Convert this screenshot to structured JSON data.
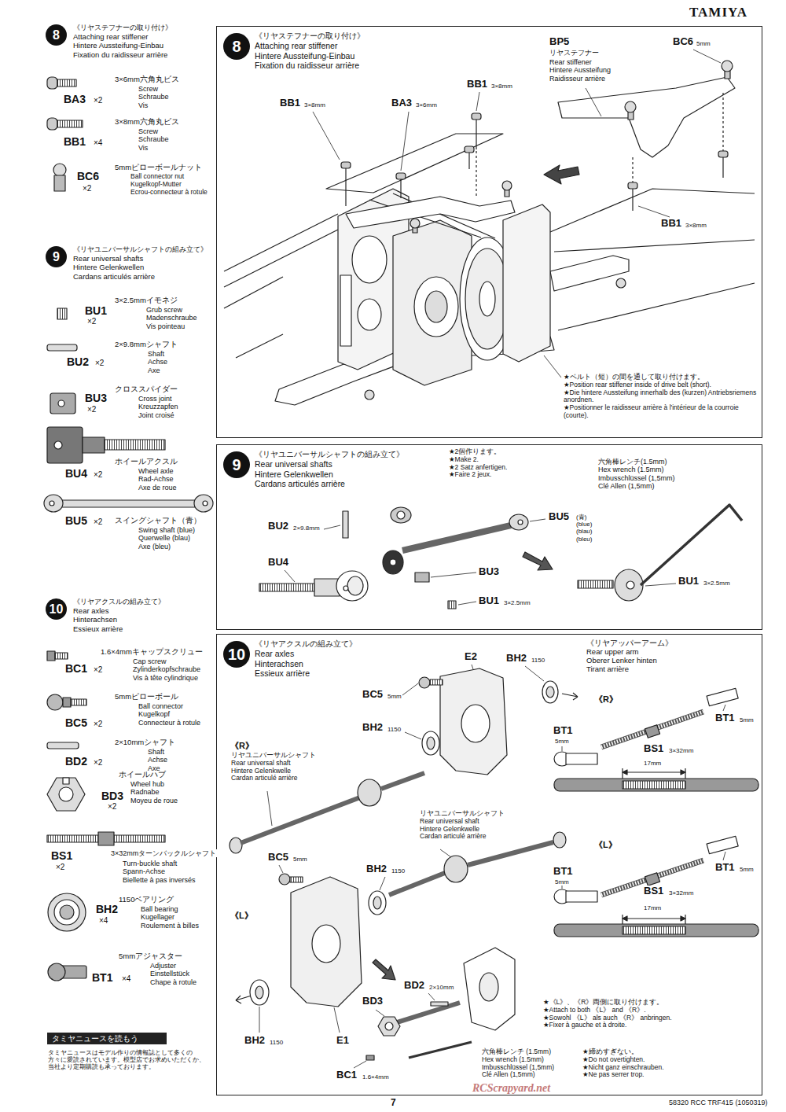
{
  "diagram": {
    "nodes": [
      {
        "text": [
          "8",
          "《リヤステフナーの取り付け》",
          "Attaching rear stiffener",
          "Hintere Aussteifung-Einbau",
          "Fixation du raidisseur arrière"
        ]
      },
      {
        "text": [
          "9",
          "《リヤユニバーサルシャフトの組み立て》",
          "Rear universal shafts",
          "Hintere Gelenkwellen",
          "Cardans articulés arrière"
        ]
      },
      {
        "text": [
          "10",
          "《リヤアクスルの組み立て》",
          "Rear axles",
          "Hinterachsen",
          "Essieux arrière"
        ]
      },
      {
        "text": [
          "《リヤステフナーの取り付け》",
          "Attaching rear stiffener",
          "Hintere Aussteifung-Einbau",
          "Fixation du raidisseur arrière"
        ]
      },
      {
        "text": [
          "8"
        ],
        "in": 3
      },
      {
        "text": [
          "《リヤユニバーサルシャフトの組み立て》",
          "Rear universal shafts",
          "Hintere Gelenkwellen",
          "Cardans articulés arrière"
        ]
      },
      {
        "text": [
          "9"
        ],
        "in": 5
      },
      {
        "text": [
          "《リヤアクスルの組み立て》",
          "Rear axles",
          "Hinterachsen",
          "Essieux arrière"
        ]
      },
      {
        "text": [
          "10"
        ],
        "in": 7
      },
      {
        "text": [
          "タミヤニュースを読もう"
        ]
      }
    ],
    "labels": [
      "TAMIYA",
      "3×6mm六角丸ビス",
      "Screw",
      "Schraube",
      "Vis",
      "BA3",
      "×2",
      "3×8mm六角丸ビス",
      "Screw",
      "Schraube",
      "Vis",
      "BB1",
      "×4",
      "5mmピローボールナット",
      "Ball connector nut",
      "Kugelkopf-Mutter",
      "Ecrou-connecteur à rotule",
      "BC6",
      "×2",
      "3×2.5mmイモネジ",
      "Grub screw",
      "Madenschraube",
      "Vis pointeau",
      "BU1",
      "×2",
      "2×9.8mmシャフト",
      "Shaft",
      "Achse",
      "Axe",
      "BU2",
      "×2",
      "クロススパイダー",
      "Cross joint",
      "Kreuzzapfen",
      "Joint croisé",
      "BU3",
      "×2",
      "ホイールアクスル",
      "Wheel axle",
      "Rad-Achse",
      "Axe de roue",
      "BU4",
      "×2",
      "スイングシャフト（青）",
      "Swing shaft (blue)",
      "Querwelle (blau)",
      "Axe (bleu)",
      "BU5",
      "×2",
      "1.6×4mmキャップスクリュー",
      "Cap screw",
      "Zylinderkopfschraube",
      "Vis à tête cylindrique",
      "BC1",
      "×2",
      "5mmピローボール",
      "Ball connector",
      "Kugelkopf",
      "Connecteur à rotule",
      "BC5",
      "×2",
      "2×10mmシャフト",
      "Shaft",
      "Achse",
      "Axe",
      "BD2",
      "×2",
      "ホイールハブ",
      "Wheel hub",
      "Radnabe",
      "Moyeu de roue",
      "BD3",
      "×2",
      "3×32mmターンバックルシャフト",
      "Turn-buckle shaft",
      "Spann-Achse",
      "Biellette à pas inversés",
      "BS1",
      "×2",
      "1150ベアリング",
      "Ball bearing",
      "Kugellager",
      "Roulement à billes",
      "BH2",
      "×4",
      "5mmアジャスター",
      "Adjuster",
      "Einstellstück",
      "Chape à rotule",
      "BT1",
      "×4",
      "タミヤニュースはモデル作りの情報誌として多くの",
      "方々に愛読されています。模型店でお求めいただくか、",
      "当社より定期購読も承っております。",
      "BP5",
      "リヤステフナー",
      "Rear stiffener",
      "Hintere Aussteifung",
      "Raidisseur arrière",
      "BC6",
      "5mm",
      "BB1",
      "3×8mm",
      "BB1",
      "3×8mm",
      "BA3",
      "3×6mm",
      "BB1",
      "3×8mm",
      "★ベルト（短）の間を通して取り付けます。",
      "★Position rear stiffener inside of drive belt (short).",
      "★Die hintere Aussteifung innerhalb des (kurzen) Antriebsriemens anordnen.",
      "★Positionner le raidisseur arrière à l'intérieur de la courroie (courte).",
      "★2個作ります。",
      "★Make 2.",
      "★2 Satz anfertigen.",
      "★Faire 2 jeux.",
      "六角棒レンチ(1.5mm)",
      "Hex wrench (1.5mm)",
      "Imbusschlüssel (1,5mm)",
      "Clé Allen (1,5mm)",
      "BU2",
      "2×9.8mm",
      "BU5",
      "(青)",
      "(blue)",
      "(blau)",
      "(bleu)",
      "BU4",
      "BU3",
      "BU1",
      "3×2.5mm",
      "BU1",
      "3×2.5mm",
      "《リヤアッパーアーム》",
      "Rear upper arm",
      "Oberer Lenker hinten",
      "Tirant arrière",
      "E2",
      "BH2",
      "1150",
      "BC5",
      "5mm",
      "《R》",
      "BT1",
      "5mm",
      "BT1",
      "5mm",
      "BH2",
      "1150",
      "《R》",
      "リヤユニバーサルシャフト",
      "Rear universal shaft",
      "Hintere Gelenkwelle",
      "Cardan articulé arrière",
      "BS1",
      "3×32mm",
      "17mm",
      "リヤユニバーサルシャフト",
      "Rear universal shaft",
      "Hintere Gelenkwelle",
      "Cardan articulé arrière",
      "《L》",
      "BC5",
      "5mm",
      "BH2",
      "1150",
      "BT1",
      "5mm",
      "BT1",
      "5mm",
      "BS1",
      "3×32mm",
      "17mm",
      "《L》",
      "BD2",
      "2×10mm",
      "★《L》、《R》両側に取り付けます。",
      "★Attach to both 《L》 and 《R》.",
      "★Sowohl 《L》 als auch 《R》 anbringen.",
      "★Fixer à gauche et à droite.",
      "BH2",
      "1150",
      "E1",
      "BD3",
      "六角棒レンチ (1.5mm)",
      "Hex wrench (1.5mm)",
      "Imbusschlüssel (1,5mm)",
      "Clé Allen (1,5mm)",
      "★締めすぎない。",
      "★Do not overtighten.",
      "★Nicht ganz einschrauben.",
      "★Ne pas serrer trop.",
      "BC1",
      "1.6×4mm",
      "7",
      "58320 RCC TRF415 (1050319)",
      "RCScrapyard.net"
    ]
  }
}
